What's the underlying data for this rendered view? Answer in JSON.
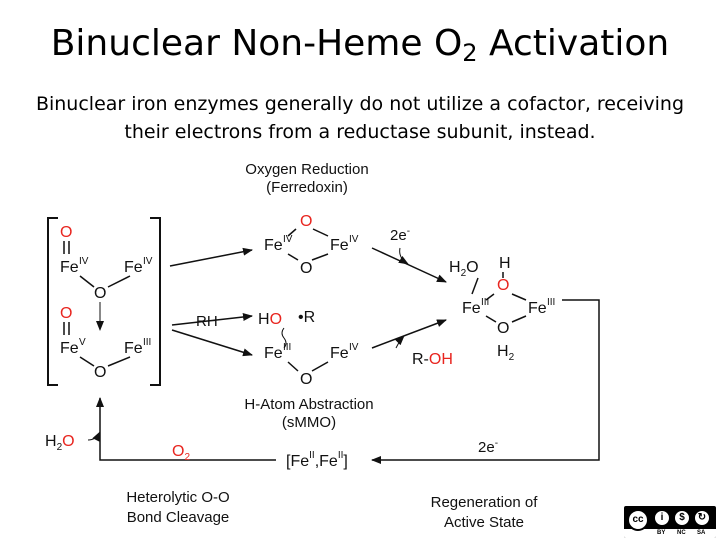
{
  "title": {
    "main": "Binuclear Non-Heme O",
    "sub": "2",
    "end": " Activation"
  },
  "subtitle": "Binuclear iron enzymes generally do not utilize a cofactor, receiving their electrons from a reductase subunit, instead.",
  "labels": {
    "oxygen_reduction": "Oxygen Reduction",
    "ferredoxin": "(Ferredoxin)",
    "h_atom_abstraction": "H-Atom Abstraction",
    "smmo": "(sMMO)",
    "heterolytic_1": "Heterolytic O-O",
    "heterolytic_2": "Bond Cleavage",
    "regeneration_1": "Regeneration of",
    "regeneration_2": "Active State",
    "rh": "RH",
    "h2o": "H",
    "h2o_sub": "2",
    "h2o_o": "O",
    "o2_o": "O",
    "o2_sub": "2",
    "two_e": "2e",
    "two_e_sup": "-",
    "fe": "Fe",
    "o": "O",
    "h": "H",
    "ho": "HO",
    "r_radical": "•R",
    "r_oh_r": "R-",
    "r_oh_oh": "OH",
    "h2": "H",
    "h2_sub": "2",
    "feii_open": "[Fe",
    "feii_comma": ",Fe",
    "feii_close": "]",
    "ox_iv": "IV",
    "ox_v": "V",
    "ox_iii": "III",
    "ox_ii": "II"
  },
  "license": {
    "cc": "cc",
    "by": "BY",
    "nc": "NC",
    "sa": "SA"
  },
  "colors": {
    "accent_red": "#e8251f",
    "text": "#111111"
  }
}
